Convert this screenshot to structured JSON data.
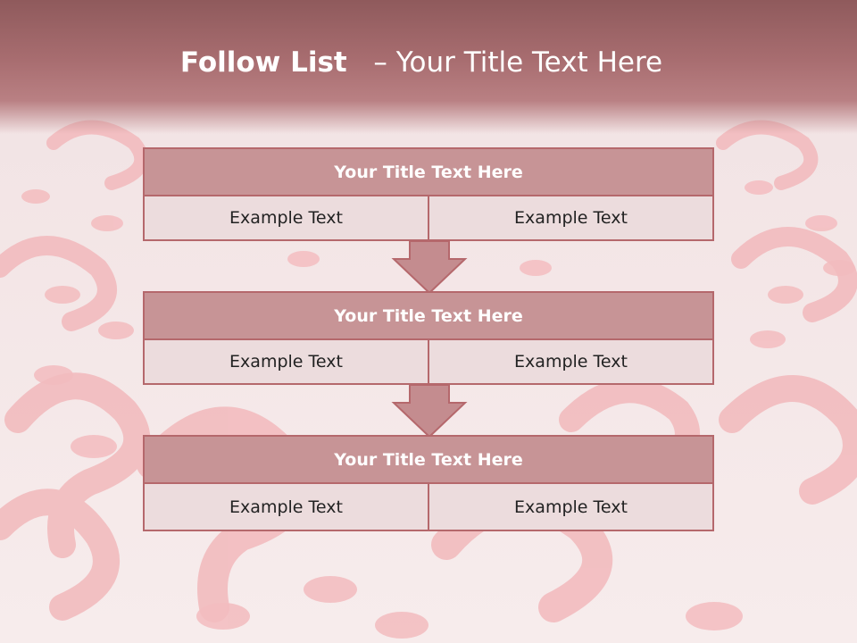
{
  "slide": {
    "title_bold": "Follow List",
    "title_rest": "– Your Title Text Here"
  },
  "blocks": [
    {
      "title": "Your Title Text Here",
      "left": "Example Text",
      "right": "Example Text"
    },
    {
      "title": "Your Title Text Here",
      "left": "Example Text",
      "right": "Example Text"
    },
    {
      "title": "Your Title Text Here",
      "left": "Example Text",
      "right": "Example Text"
    }
  ],
  "colors": {
    "header": "#9d6466",
    "box_title_fill": "#c79496",
    "box_cell_fill": "#ecdcdd",
    "border": "#b5686c",
    "background": "#f3e4e5"
  },
  "icons": {
    "arrow": "down-arrow-icon",
    "background": "question-marks-pattern"
  }
}
